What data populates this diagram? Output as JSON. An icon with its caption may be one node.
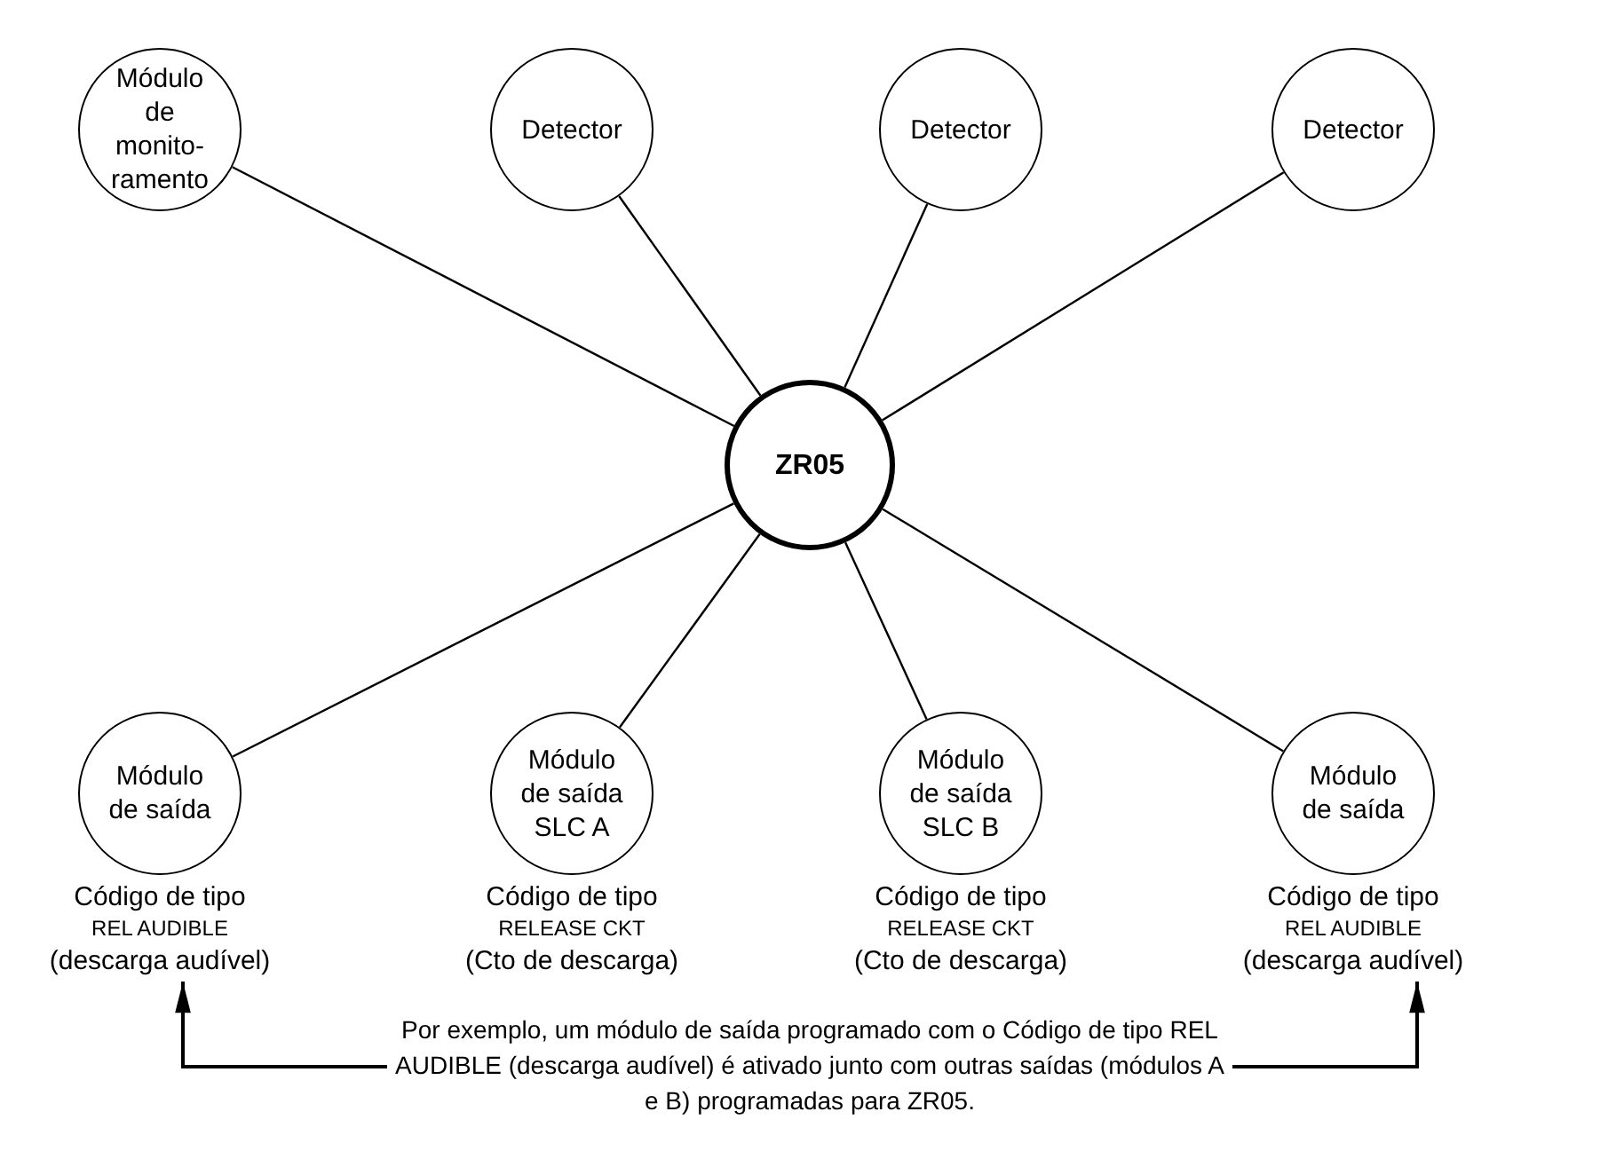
{
  "diagram": {
    "nodes": [
      {
        "text": [
          "Módulo de monito-ramento"
        ]
      },
      {
        "text": [
          "Detector"
        ]
      },
      {
        "text": [
          "Detector"
        ]
      },
      {
        "text": [
          "Detector"
        ]
      },
      {
        "text": [
          "ZR05"
        ]
      },
      {
        "text": [
          "Módulo de saída"
        ],
        "beside": [
          "Código de tipo",
          "REL AUDIBLE",
          "(descarga audível)"
        ]
      },
      {
        "text": [
          "Módulo de saída SLC A"
        ],
        "beside": [
          "Código de tipo",
          "RELEASE CKT",
          "(Cto de descarga)"
        ]
      },
      {
        "text": [
          "Módulo de saída SLC B"
        ],
        "beside": [
          "Código de tipo",
          "RELEASE CKT",
          "(Cto de descarga)"
        ]
      },
      {
        "text": [
          "Módulo de saída"
        ],
        "beside": [
          "Código de tipo",
          "REL AUDIBLE",
          "(descarga audível)"
        ]
      },
      {
        "text": [
          "Por exemplo, um módulo de saída programado com o Código de tipo REL AUDIBLE (descarga audível) é ativado junto com outras saídas (módulos A e B) programadas para ZR05."
        ]
      }
    ],
    "edges": [
      {
        "from": 4,
        "to": 0,
        "arrow": "none"
      },
      {
        "from": 4,
        "to": 1,
        "arrow": "none"
      },
      {
        "from": 4,
        "to": 2,
        "arrow": "none"
      },
      {
        "from": 4,
        "to": 3,
        "arrow": "none"
      },
      {
        "from": 4,
        "to": 5,
        "arrow": "none"
      },
      {
        "from": 4,
        "to": 6,
        "arrow": "none"
      },
      {
        "from": 4,
        "to": 7,
        "arrow": "none"
      },
      {
        "from": 4,
        "to": 8,
        "arrow": "none"
      },
      {
        "from": 9,
        "to": 5,
        "arrow": "to"
      },
      {
        "from": 9,
        "to": 8,
        "arrow": "to"
      }
    ]
  }
}
